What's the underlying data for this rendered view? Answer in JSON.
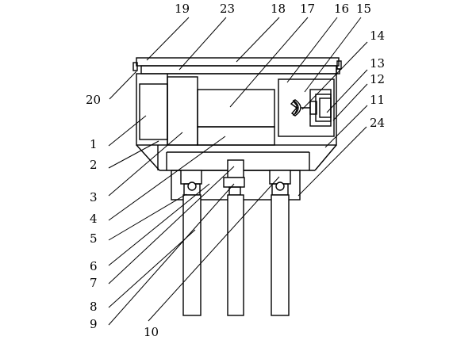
{
  "labels": {
    "l1": "1",
    "l2": "2",
    "l3": "3",
    "l4": "4",
    "l5": "5",
    "l6": "6",
    "l7": "7",
    "l8": "8",
    "l9": "9",
    "l10": "10",
    "l11": "11",
    "l12": "12",
    "l13": "13",
    "l14": "14",
    "l15": "15",
    "l16": "16",
    "l17": "17",
    "l18": "18",
    "l19": "19",
    "l20": "20",
    "l23": "23",
    "l24": "24"
  }
}
